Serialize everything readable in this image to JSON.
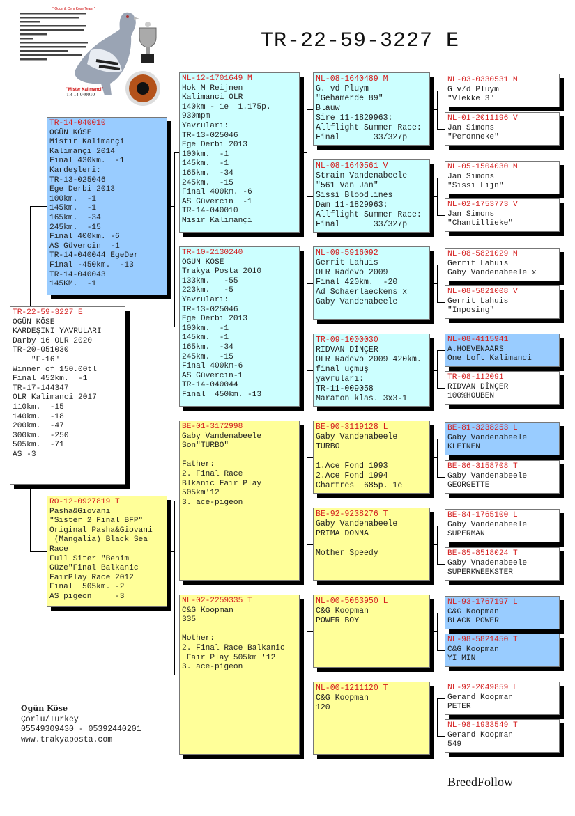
{
  "title": "TR-22-59-3227 E",
  "brand": "BreedFollow",
  "photo": {
    "caption_name": "\"Mister Kalimanci\"",
    "caption_ring": "TR 14-040010",
    "header": "* Ogun & Cem Kose Team *"
  },
  "contact": {
    "name": "Ogün Köse",
    "city": "Çorlu/Turkey",
    "phones": "05549309430 - 05392440201",
    "website": "www.trakyaposta.com"
  },
  "colors": {
    "ring": "#d42020",
    "blue": "#99ccff",
    "cyan": "#ccffff",
    "yellow": "#ffff99"
  },
  "birds": [
    {
      "ring": "TR-22-59-3227 E",
      "color": "white",
      "lines": [
        "OGÜN KÖSE",
        "KARDEŞİNİ YAVRULARI",
        "Darby 16 OLR 2020",
        "TR-20-051030",
        "    \"F-16\"",
        "Winner of 150.00tl",
        "Final 452km.  -1",
        "TR-17-144347",
        "OLR Kalimanci 2017",
        "110km.  -15",
        "140km.  -18",
        "200km.  -47",
        "300km.  -250",
        "505km.  -71",
        "AS -3"
      ]
    },
    {
      "ring": "TR-14-040010",
      "color": "blue",
      "lines": [
        "OGÜN KÖSE",
        "Mistır Kalimançi",
        "Kalimançi 2014",
        "Final 430km.  -1",
        "Kardeşleri:",
        "TR-13-025046",
        "Ege Derbi 2013",
        "100km.  -1",
        "145km.  -1",
        "165km.  -34",
        "245km.  -15",
        "Final 400km. -6",
        "AS Güvercin  -1",
        "TR-14-040044 EgeDer",
        "Final -450km.  -13",
        "TR-14-040043",
        "145KM.  -1"
      ]
    },
    {
      "ring": "RO-12-0927819 T",
      "color": "yellow",
      "lines": [
        "Pasha&Giovani",
        "\"Sister 2 Final BFP\"",
        "Original Pasha&Giovani",
        " (Mangalia) Black Sea",
        "Race",
        "Full Siter \"Benim",
        "Güze\"Final Balkanic",
        "FairPlay Race 2012",
        "Final  505km. -2",
        "AS pigeon     -3"
      ]
    },
    {
      "ring": "NL-12-1701649 M",
      "color": "cyan",
      "lines": [
        "Hok M Reijnen",
        "Kalimanci OLR",
        "140km - 1e  1.175p.",
        "930mpm",
        "Yavruları:",
        "TR-13-025046",
        "Ege Derbi 2013",
        "100km.  -1",
        "145km.  -1",
        "165km.  -34",
        "245km.  -15",
        "Final 400km. -6",
        "AS Güvercin  -1",
        "TR-14-040010",
        "Mısır Kalimançi"
      ]
    },
    {
      "ring": "TR-10-2130240",
      "color": "cyan",
      "lines": [
        "OGÜN KÖSE",
        "Trakya Posta 2010",
        "133km.   -55",
        "223km.   -5",
        "Yavruları:",
        "TR-13-025046",
        "Ege Derbi 2013",
        "100km.  -1",
        "145km.  -1",
        "165km.  -34",
        "245km.  -15",
        "Final 400km-6",
        "AS Güvercin-1",
        "TR-14-040044",
        "Final  450km. -13"
      ]
    },
    {
      "ring": "BE-01-3172998",
      "color": "yellow",
      "lines": [
        "Gaby Vandenabeele",
        "Son\"TURBO\"",
        "",
        "Father:",
        "2. Final Race",
        "Blkanic Fair Play",
        "505km'12",
        "3. ace-pigeon"
      ]
    },
    {
      "ring": "NL-02-2259335 T",
      "color": "yellow",
      "lines": [
        "C&G Koopman",
        "335",
        "",
        "Mother:",
        "2. Final Race Balkanic",
        " Fair Play 505km '12",
        "3. ace-pigeon"
      ]
    },
    {
      "ring": "NL-08-1640489 M",
      "color": "cyan",
      "lines": [
        "G. vd Pluym",
        "\"Gehamerde 89\"",
        "Blauw",
        "Sire 11-1829963:",
        "Allflight Summer Race:",
        "Final       33/327p"
      ]
    },
    {
      "ring": "NL-08-1640561 V",
      "color": "cyan",
      "lines": [
        "Strain Vandenabeele",
        "\"561 Van Jan\"",
        "Sissi Bloodlines",
        "Dam 11-1829963:",
        "Allflight Summer Race:",
        "Final       33/327p"
      ]
    },
    {
      "ring": "NL-09-5916092",
      "color": "cyan",
      "lines": [
        "Gerrit Lahuis",
        "OLR Radevo 2009",
        "Final 420km.  -20",
        "Ad Schaerlaeckens x",
        "Gaby Vandenabeele"
      ]
    },
    {
      "ring": "TR-09-1000030",
      "color": "cyan",
      "lines": [
        "RIDVAN DİNÇER",
        "OLR Radevo 2009 420km.",
        "final uçmuş",
        "yavruları:",
        "TR-11-009058",
        "Maraton klas. 3x3-1"
      ]
    },
    {
      "ring": "BE-90-3119128 L",
      "color": "yellow",
      "lines": [
        "Gaby Vandenabeele",
        "TURBO",
        "",
        "1.Ace Fond 1993",
        "2.Ace Fond 1994",
        "Chartres  685p. 1e"
      ]
    },
    {
      "ring": "BE-92-9238276 T",
      "color": "yellow",
      "lines": [
        "Gaby Vandenabeele",
        "PRIMA DONNA",
        "",
        "Mother Speedy"
      ]
    },
    {
      "ring": "NL-00-5063950 L",
      "color": "yellow",
      "lines": [
        "C&G Koopman",
        "POWER BOY"
      ]
    },
    {
      "ring": "NL-00-1211120 T",
      "color": "yellow",
      "lines": [
        "C&G Koopman",
        "120"
      ]
    },
    {
      "ring": "NL-03-0330531 M",
      "color": "white",
      "lines": [
        "G v/d Pluym",
        "\"Vlekke 3\""
      ]
    },
    {
      "ring": "NL-01-2011196 V",
      "color": "white",
      "lines": [
        "Jan Simons",
        "\"Peronneke\""
      ]
    },
    {
      "ring": "NL-05-1504030 M",
      "color": "white",
      "lines": [
        "Jan Simons",
        "\"Sissi Lijn\""
      ]
    },
    {
      "ring": "NL-02-1753773 V",
      "color": "white",
      "lines": [
        "Jan Simons",
        "\"Chantillieke\""
      ]
    },
    {
      "ring": "NL-08-5821029 M",
      "color": "white",
      "lines": [
        "Gerrit Lahuis",
        "Gaby Vandenabeele x"
      ]
    },
    {
      "ring": "NL-08-5821008 V",
      "color": "white",
      "lines": [
        "Gerrit Lahuis",
        "\"Imposing\""
      ]
    },
    {
      "ring": "NL-08-4115941",
      "color": "blue",
      "lines": [
        "A.HOEVENAARS",
        "One Loft Kalimanci"
      ]
    },
    {
      "ring": "TR-08-112091",
      "color": "white",
      "lines": [
        "RIDVAN DİNÇER",
        "100%HOUBEN"
      ]
    },
    {
      "ring": "BE-81-3238253 L",
      "color": "blue",
      "lines": [
        "Gaby Vandenabeele",
        "KLEINEN"
      ]
    },
    {
      "ring": "BE-86-3158708 T",
      "color": "white",
      "lines": [
        "Gaby Vandenabeele",
        "GEORGETTE"
      ]
    },
    {
      "ring": "BE-84-1765100 L",
      "color": "white",
      "lines": [
        "Gaby Vandenabeele",
        "SUPERMAN"
      ]
    },
    {
      "ring": "BE-85-8518024 T",
      "color": "white",
      "lines": [
        "Gaby Vnadenabeele",
        "SUPERKWEEKSTER"
      ]
    },
    {
      "ring": "NL-93-1767197 L",
      "color": "blue",
      "lines": [
        "C&G Koopman",
        "BLACK POWER"
      ]
    },
    {
      "ring": "NL-98-5821450 T",
      "color": "blue",
      "lines": [
        "C&G Koopman",
        "YI MIN"
      ]
    },
    {
      "ring": "NL-92-2049859 L",
      "color": "white",
      "lines": [
        "Gerard Koopman",
        "PETER"
      ]
    },
    {
      "ring": "NL-98-1933549 T",
      "color": "white",
      "lines": [
        "Gerard Koopman",
        "549"
      ]
    }
  ]
}
